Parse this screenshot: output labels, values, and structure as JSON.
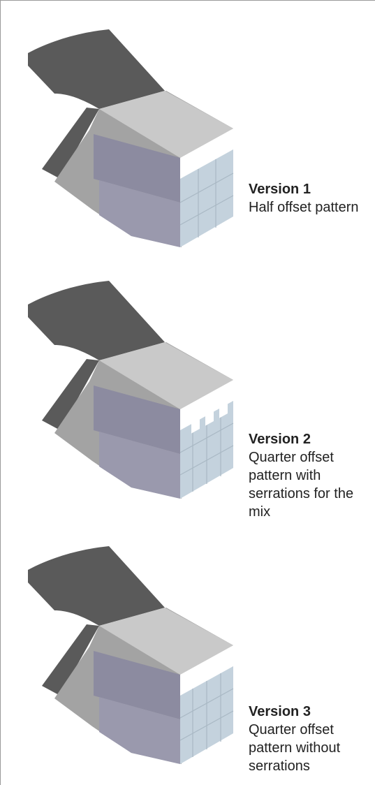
{
  "versions": [
    {
      "title": "Version 1",
      "description": "Half offset pattern",
      "variant": "half-offset"
    },
    {
      "title": "Version 2",
      "description": "Quarter offset pattern with serrations for the mix",
      "variant": "quarter-offset-serrated"
    },
    {
      "title": "Version 3",
      "description": "Quarter offset pattern without serrations",
      "variant": "quarter-offset-plain"
    }
  ],
  "colors": {
    "dark_arc": "#5a5a5a",
    "top_face": "#c9c9c9",
    "side_face": "#a3a3a3",
    "front_blocks": "#8c8ba0",
    "front_blocks_light": "#9a99ad",
    "end_face": "#c4d2dd",
    "end_face_lines": "#a9b8c4",
    "white_band": "#ffffff",
    "border": "#9a9a9a"
  }
}
